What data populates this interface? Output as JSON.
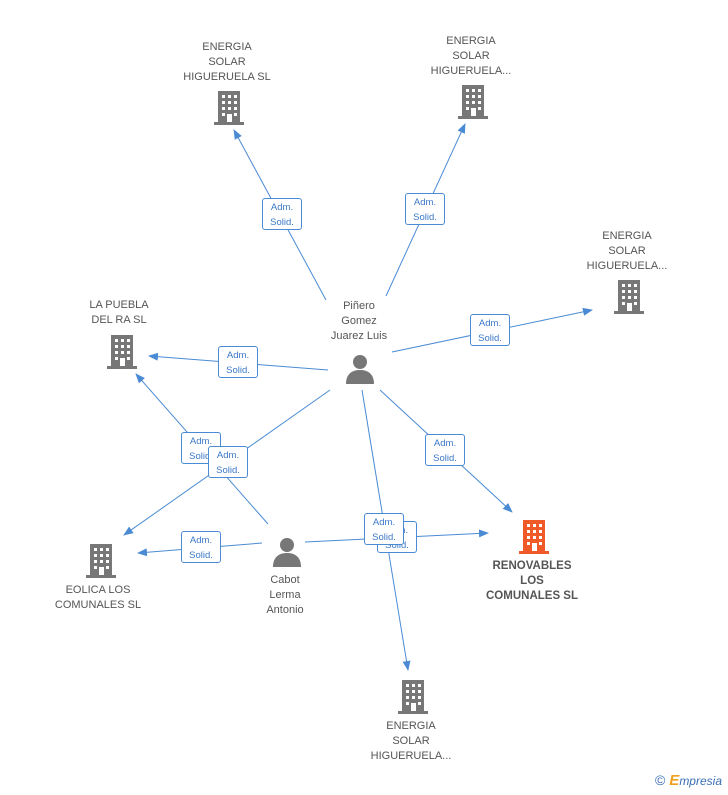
{
  "nodes": {
    "energia1": {
      "label": "ENERGIA\nSOLAR\nHIGUERUELA SL",
      "icon": "building-icon"
    },
    "energia2": {
      "label": "ENERGIA\nSOLAR\nHIGUERUELA...",
      "icon": "building-icon"
    },
    "energia3": {
      "label": "ENERGIA\nSOLAR\nHIGUERUELA...",
      "icon": "building-icon"
    },
    "energia4": {
      "label": "ENERGIA\nSOLAR\nHIGUERUELA...",
      "icon": "building-icon"
    },
    "lapuebla": {
      "label": "LA PUEBLA\nDEL RA SL",
      "icon": "building-icon"
    },
    "eolica": {
      "label": "EOLICA LOS\nCOMUNALES SL",
      "icon": "building-icon"
    },
    "renovables": {
      "label": "RENOVABLES\nLOS\nCOMUNALES SL",
      "icon": "building-icon",
      "color": "#f05a28"
    },
    "pinero": {
      "label": "Piñero\nGomez\nJuarez Luis",
      "icon": "person-icon"
    },
    "cabot": {
      "label": "Cabot\nLerma\nAntonio",
      "icon": "person-icon"
    }
  },
  "edge_label": "Adm.\nSolid.",
  "colors": {
    "edge": "#4a8bd4",
    "building": "#777777",
    "highlight": "#f05a28",
    "person": "#777777"
  },
  "footer": {
    "copyright": "©",
    "brand_initial": "E",
    "brand_rest": "mpresia"
  }
}
